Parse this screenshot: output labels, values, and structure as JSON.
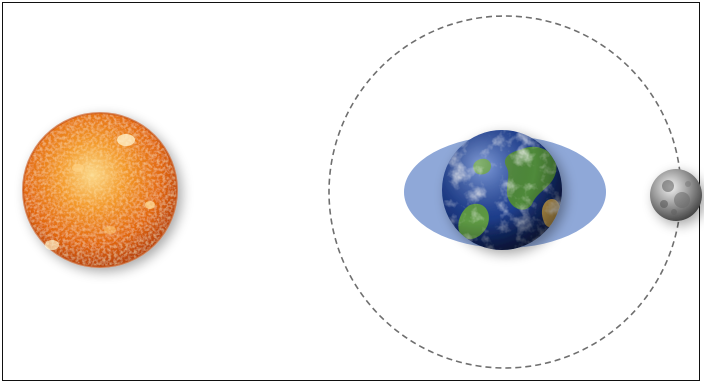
{
  "diagram": {
    "bodies": [
      {
        "id": "sun",
        "icon": "sun-icon"
      },
      {
        "id": "earth",
        "icon": "earth-icon"
      },
      {
        "id": "moon",
        "icon": "moon-icon"
      }
    ],
    "colors": {
      "background": "#ffffff",
      "frame_border": "#111111",
      "orbit_stroke": "#6f6f6f",
      "tidal_bulge": "#8fa8d8",
      "sun_core": "#f7d27a",
      "sun_mid": "#f08a1e",
      "sun_edge": "#c24a08",
      "earth_ocean": "#1f3d8c",
      "earth_land": "#4f8a3a",
      "earth_cloud": "#f2f4f8",
      "moon_light": "#e6e6e6",
      "moon_dark": "#4a4a4a"
    },
    "orbit": {
      "style": "dashed"
    }
  }
}
